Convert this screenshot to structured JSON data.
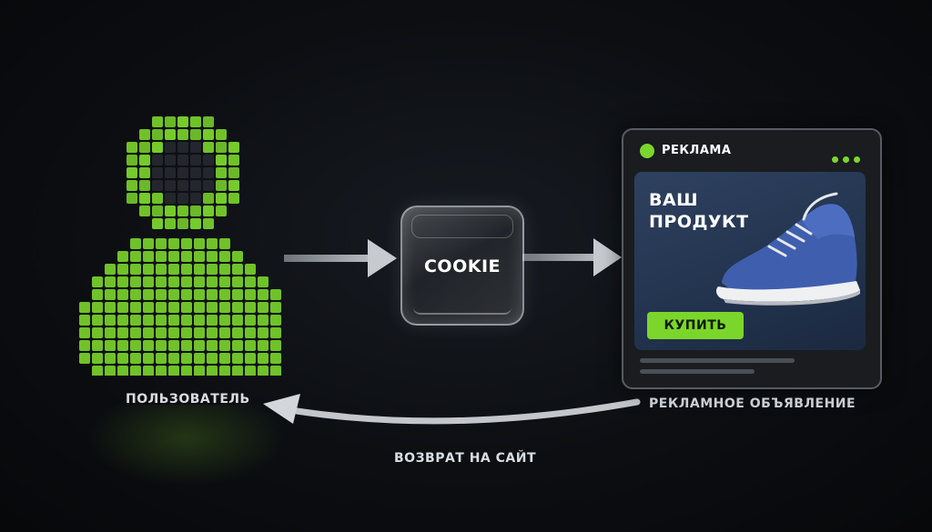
{
  "nodes": {
    "user": {
      "label": "ПОЛЬЗОВАТЕЛЬ"
    },
    "cookie": {
      "label": "COOKIE"
    },
    "ad": {
      "label": "РЕКЛАМНОЕ ОБЪЯВЛЕНИЕ",
      "window_title": "РЕКЛАМА",
      "product_line_1": "ВАШ",
      "product_line_2": "ПРОДУКТ",
      "buy_button": "КУПИТЬ"
    }
  },
  "edges": {
    "return_label": "ВОЗВРАТ НА САЙТ"
  },
  "colors": {
    "accent_green": "#7bd62b",
    "background": "#0c0e12",
    "product_card": "#2e4160",
    "shoe_blue": "#3f5fae"
  },
  "icons": [
    "pixel-user-icon",
    "sneaker-icon",
    "window-dots-icon"
  ]
}
